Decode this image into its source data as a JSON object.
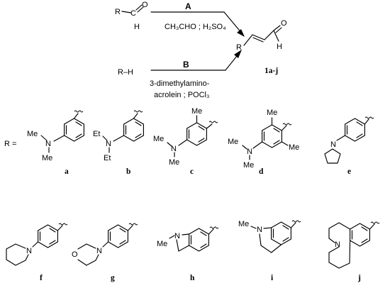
{
  "scheme": {
    "reactant_aldehyde": {
      "r": "R",
      "o": "O",
      "h": "H"
    },
    "reactant_rh": "R–H",
    "route_a": {
      "label": "A",
      "conditions": "CH₃CHO ; H₂SO₄"
    },
    "route_b": {
      "label": "B",
      "conditions_line1": "3-dimethylamino-",
      "conditions_line2": "acrolein ; POCl₃"
    },
    "product": {
      "r": "R",
      "o": "O",
      "h": "H",
      "label": "1a-j"
    },
    "r_equals": "R ="
  },
  "substituents": [
    {
      "letter": "a",
      "groups": [
        "Me",
        "N",
        "Me"
      ]
    },
    {
      "letter": "b",
      "groups": [
        "Et",
        "N",
        "Et"
      ]
    },
    {
      "letter": "c",
      "groups": [
        "Me",
        "Me",
        "N",
        "Me"
      ]
    },
    {
      "letter": "d",
      "groups": [
        "Me",
        "Me",
        "N",
        "Me",
        "Me"
      ]
    },
    {
      "letter": "e",
      "groups": [
        "N"
      ]
    },
    {
      "letter": "f",
      "groups": [
        "N"
      ]
    },
    {
      "letter": "g",
      "groups": [
        "O",
        "N"
      ]
    },
    {
      "letter": "h",
      "groups": [
        "Me",
        "N"
      ]
    },
    {
      "letter": "i",
      "groups": [
        "Me",
        "N"
      ]
    },
    {
      "letter": "j",
      "groups": [
        "N"
      ]
    }
  ]
}
